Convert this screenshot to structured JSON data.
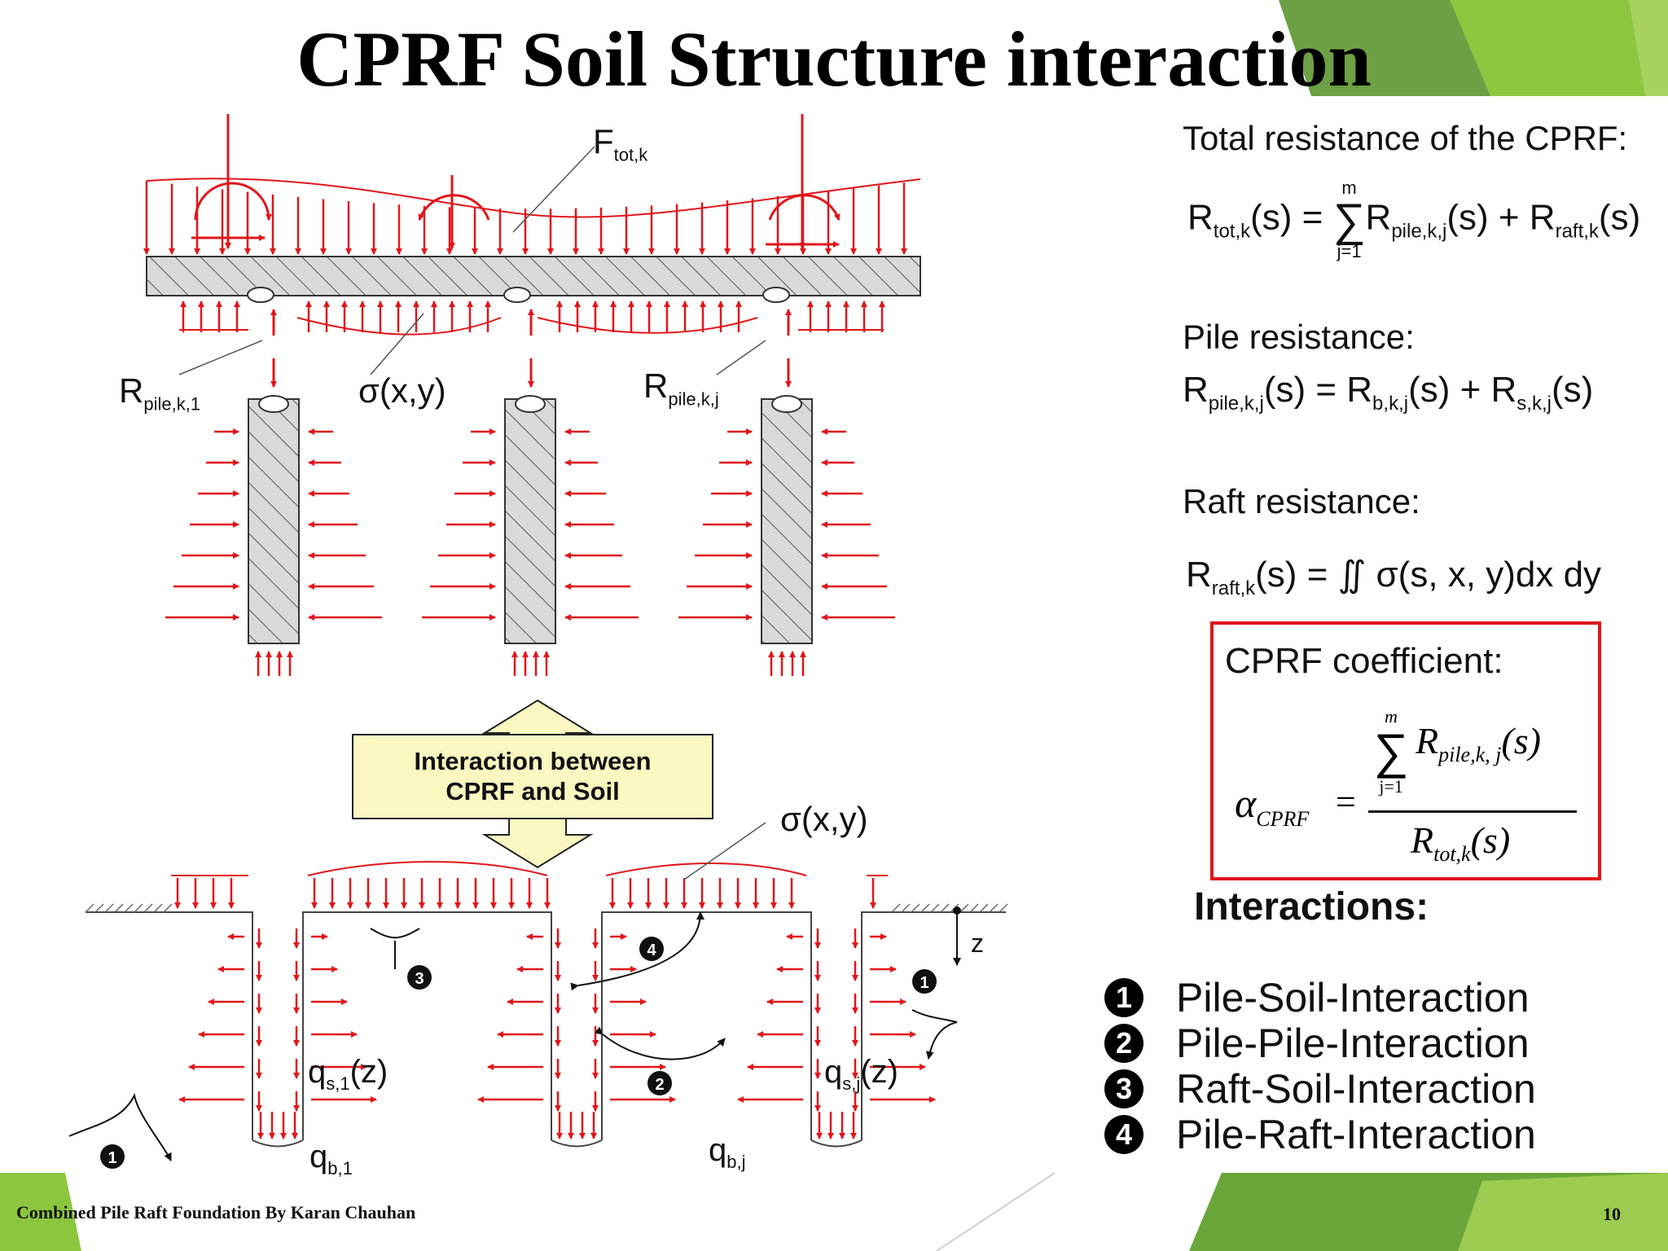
{
  "title": "CPRF Soil Structure interaction",
  "footer": "Combined Pile Raft Foundation By Karan Chauhan",
  "page_number": "10",
  "diagram": {
    "labels": {
      "f_tot": "F",
      "f_tot_sub": "tot,k",
      "r_pile_1": "R",
      "r_pile_1_sub": "pile,k,1",
      "sigma_top": "σ(x,y)",
      "r_pile_j": "R",
      "r_pile_j_sub": "pile,k,j",
      "interaction_line1": "Interaction between",
      "interaction_line2": "CPRF and Soil",
      "sigma_bottom": "σ(x,y)",
      "z": "z",
      "qs1": "q",
      "qs1_sub": "s,1",
      "qs1_tail": "(z)",
      "qsj": "q",
      "qsj_sub": "s,j",
      "qsj_tail": "(z)",
      "qb1": "q",
      "qb1_sub": "b,1",
      "qbj": "q",
      "qbj_sub": "b,j",
      "marker_1": "1",
      "marker_2": "2",
      "marker_3": "3",
      "marker_4": "4"
    },
    "colors": {
      "arrow": "#e0161b",
      "box_fill": "#fbf7c1"
    }
  },
  "right_panel": {
    "total_heading": "Total resistance of the CPRF:",
    "pile_heading": "Pile resistance:",
    "raft_heading": "Raft resistance:",
    "coef_heading": "CPRF coefficient:",
    "eq_total": {
      "lhs": "R",
      "lhs_sub": "tot,k",
      "arg": "(s) =",
      "sum_top": "m",
      "sum_bot": "j=1",
      "t1": "R",
      "t1_sub": "pile,k,j",
      "t1_arg": "(s) + R",
      "t2_sub": "raft,k",
      "t2_arg": "(s)"
    },
    "eq_pile": {
      "lhs": "R",
      "lhs_sub": "pile,k,j",
      "mid": "(s) = R",
      "t1_sub": "b,k,j",
      "plus": "(s) + R",
      "t2_sub": "s,k,j",
      "end": "(s)"
    },
    "eq_raft": {
      "lhs": "R",
      "lhs_sub": "raft,k",
      "mid": "(s) = ∬ σ(s, x, y)dx dy"
    },
    "eq_coef": {
      "alpha": "α",
      "alpha_sub": "CPRF",
      "eq": "=",
      "sum_top": "m",
      "sum_bot": "j=1",
      "num": "R",
      "num_sub": "pile,k, j",
      "num_arg": "(s)",
      "den": "R",
      "den_sub": "tot,k",
      "den_arg": "(s)"
    },
    "interactions_heading": "Interactions:",
    "interactions": [
      {
        "num": "1",
        "label": "Pile-Soil-Interaction"
      },
      {
        "num": "2",
        "label": "Pile-Pile-Interaction"
      },
      {
        "num": "3",
        "label": "Raft-Soil-Interaction"
      },
      {
        "num": "4",
        "label": "Pile-Raft-Interaction"
      }
    ]
  },
  "theme": {
    "green_dark": "#5a9a2e",
    "green_light": "#8cc63f"
  }
}
